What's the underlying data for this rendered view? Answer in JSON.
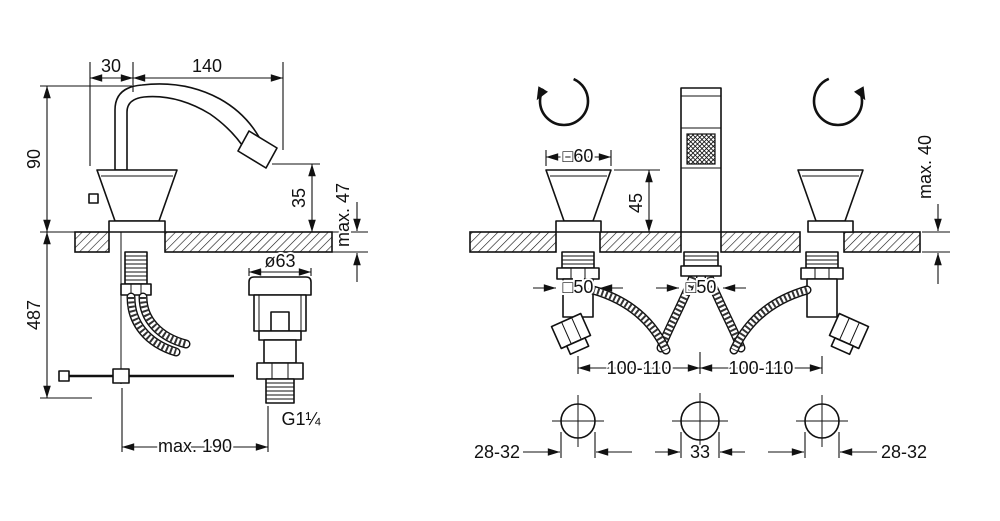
{
  "figure": {
    "type": "technical-installation-drawing",
    "subject": "bidet mixer with pop-up waste (left) and 3-hole deck mixer (right)"
  },
  "colors": {
    "line": "#111111",
    "background": "#ffffff"
  },
  "icons": {
    "rotate_ccw": "counterclockwise-rotation-arrow",
    "rotate_cw": "clockwise-rotation-arrow"
  },
  "left_view": {
    "spout_offset": "30",
    "spout_reach": "140",
    "height_above_deck": "90",
    "spout_tip_height": "35",
    "deck_thickness_max": "max. 47",
    "below_deck_depth": "487",
    "waste_flange_diameter": "ø63",
    "waste_thread": "G1¼",
    "rod_reach_max": "max. 190"
  },
  "right_view": {
    "handle_square": "□60",
    "spout_height": "45",
    "deck_thickness_max": "max. 40",
    "valve_square_left": "□50",
    "valve_square_center": "□50",
    "hole_spacing_left": "100-110",
    "hole_spacing_right": "100-110",
    "hole_dia_center": "33",
    "hole_dia_left": "28-32",
    "hole_dia_right": "28-32"
  }
}
